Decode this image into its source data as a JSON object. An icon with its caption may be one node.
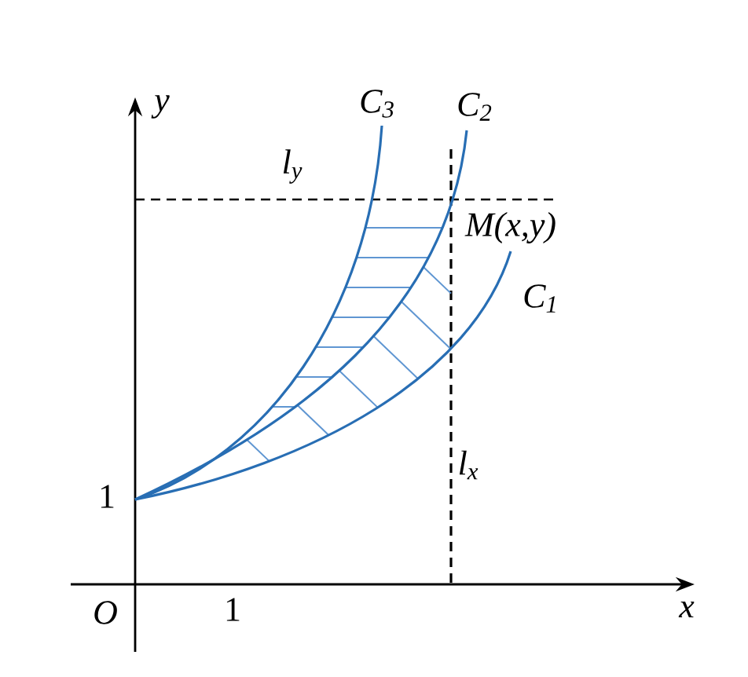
{
  "diagram": {
    "labels": [
      "y",
      "C$_{3}$",
      "C$_{2}$",
      "l$_{y}$",
      "M(x,y)",
      "C$_{1}$",
      "l$_{x}$",
      "1",
      "O",
      "1",
      "x"
    ]
  }
}
